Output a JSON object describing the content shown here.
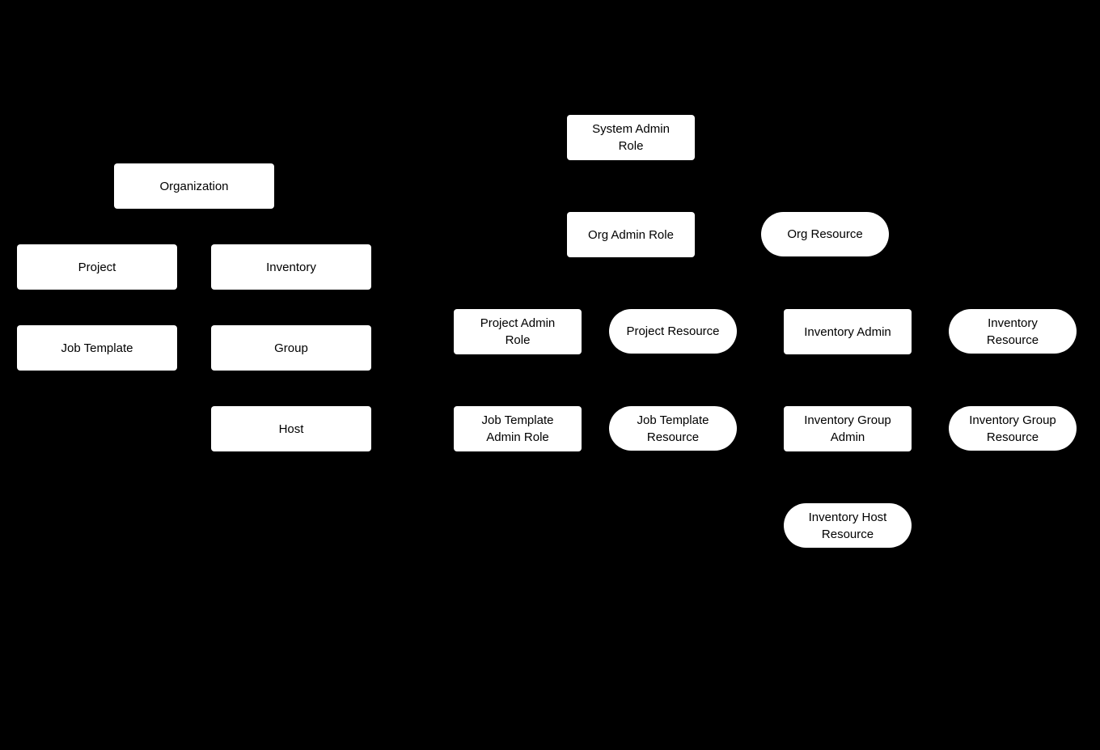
{
  "diagram": {
    "background_color": "#000000",
    "node_fill_color": "#ffffff",
    "node_text_color": "#000000",
    "nodes": {
      "organization": {
        "label": "Organization",
        "shape": "rectangle"
      },
      "project": {
        "label": "Project",
        "shape": "rectangle"
      },
      "inventory": {
        "label": "Inventory",
        "shape": "rectangle"
      },
      "job_template": {
        "label": "Job Template",
        "shape": "rectangle"
      },
      "group": {
        "label": "Group",
        "shape": "rectangle"
      },
      "host": {
        "label": "Host",
        "shape": "rectangle"
      },
      "system_admin_role": {
        "label": "System Admin\nRole",
        "shape": "rectangle"
      },
      "org_admin_role": {
        "label": "Org Admin Role",
        "shape": "rectangle"
      },
      "org_resource": {
        "label": "Org Resource",
        "shape": "stadium"
      },
      "project_admin_role": {
        "label": "Project Admin\nRole",
        "shape": "rectangle"
      },
      "project_resource": {
        "label": "Project Resource",
        "shape": "stadium"
      },
      "inventory_admin": {
        "label": "Inventory Admin",
        "shape": "rectangle"
      },
      "inventory_resource": {
        "label": "Inventory\nResource",
        "shape": "stadium"
      },
      "job_template_admin_role": {
        "label": "Job Template\nAdmin Role",
        "shape": "rectangle"
      },
      "job_template_resource": {
        "label": "Job Template\nResource",
        "shape": "stadium"
      },
      "inventory_group_admin": {
        "label": "Inventory Group\nAdmin",
        "shape": "rectangle"
      },
      "inventory_group_resource": {
        "label": "Inventory Group\nResource",
        "shape": "stadium"
      },
      "inventory_host_resource": {
        "label": "Inventory Host\nResource",
        "shape": "stadium"
      }
    }
  }
}
